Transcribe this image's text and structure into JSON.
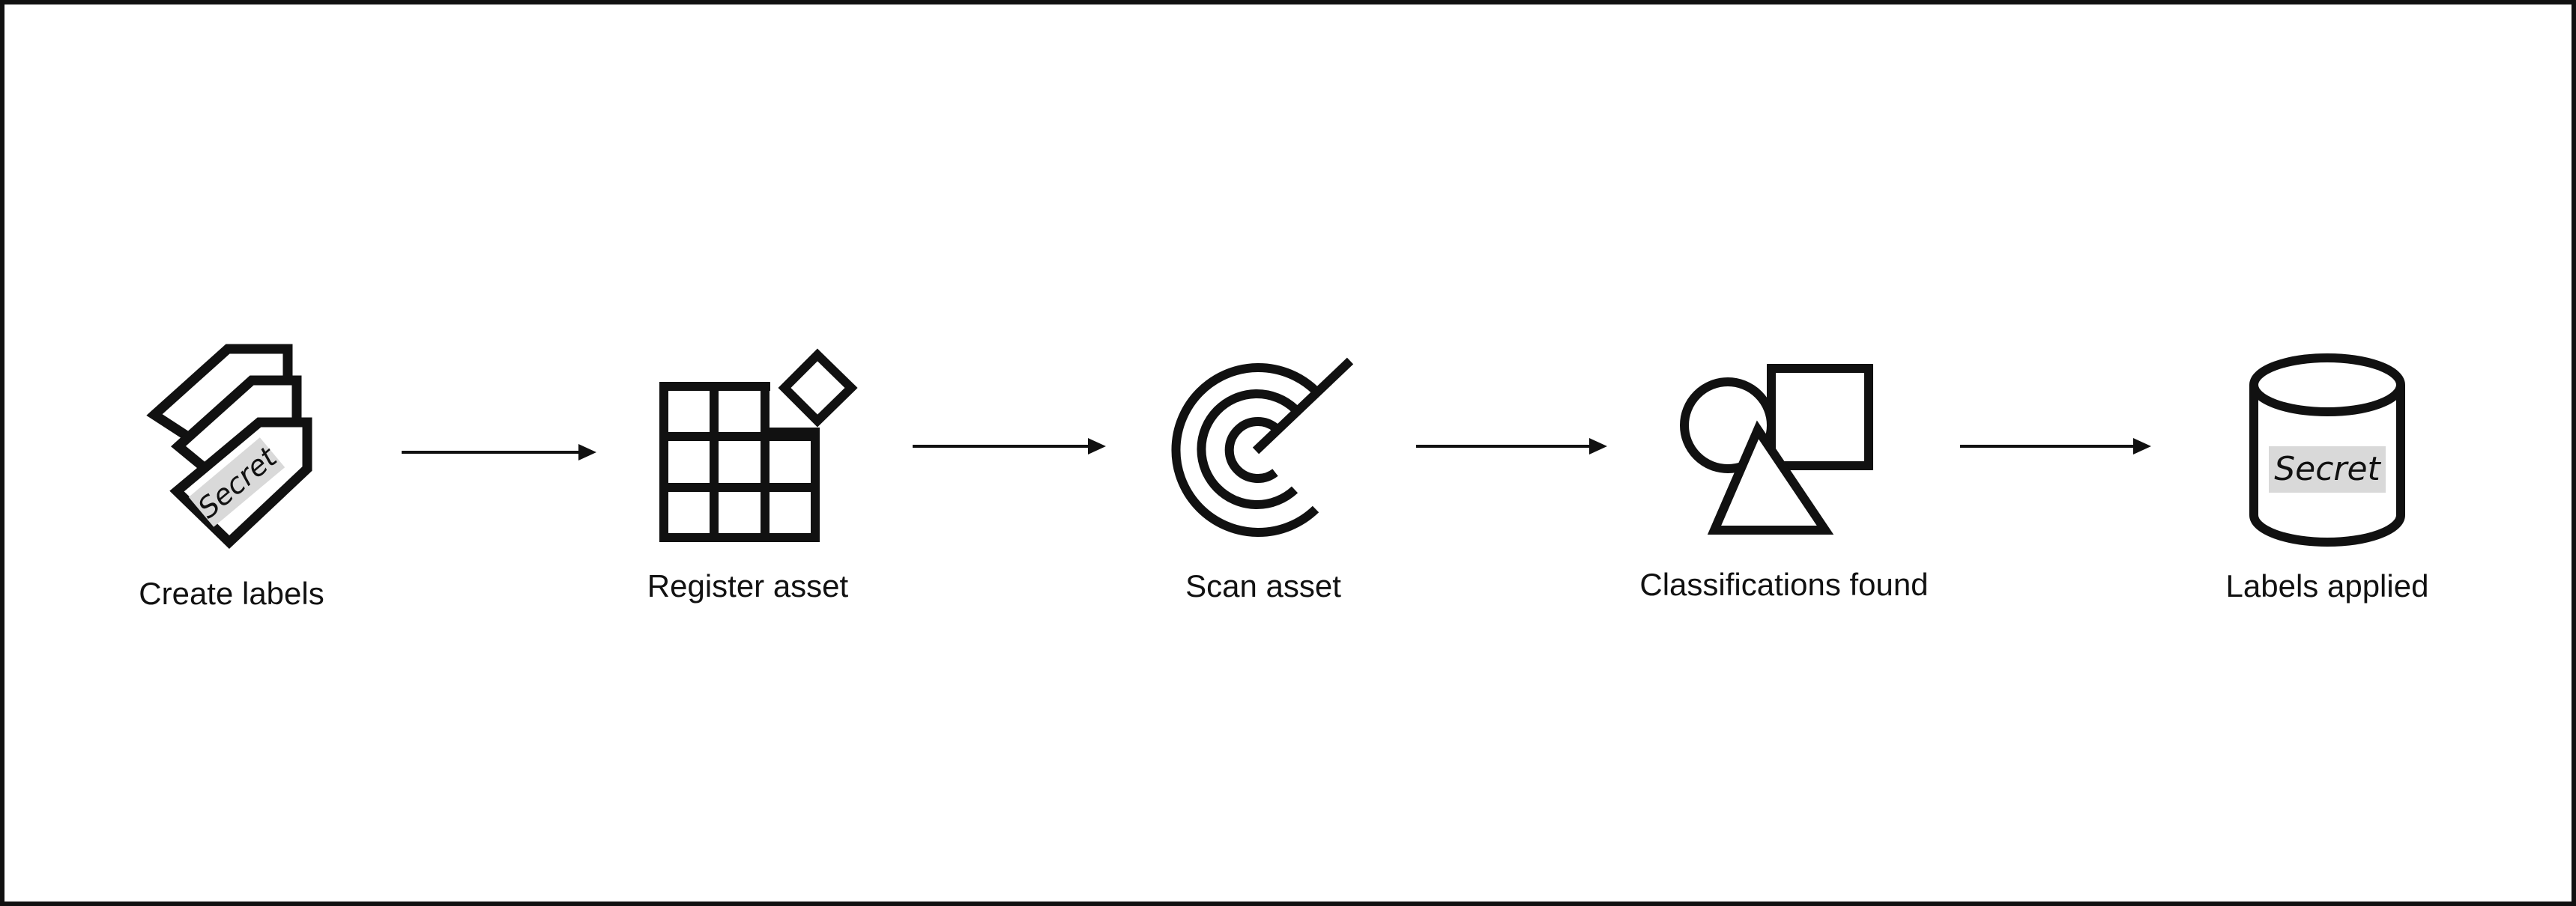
{
  "steps": [
    {
      "label": "Create labels",
      "icon": "labels-stack-icon",
      "tag_text": "Secret"
    },
    {
      "label": "Register asset",
      "icon": "grid-diamond-icon"
    },
    {
      "label": "Scan asset",
      "icon": "radar-scan-icon"
    },
    {
      "label": "Classifications found",
      "icon": "shapes-icon"
    },
    {
      "label": "Labels applied",
      "icon": "labeled-database-icon",
      "tag_text": "Secret"
    }
  ],
  "colors": {
    "stroke": "#111111",
    "tag_fill": "#d9d9d9",
    "background": "#ffffff"
  }
}
